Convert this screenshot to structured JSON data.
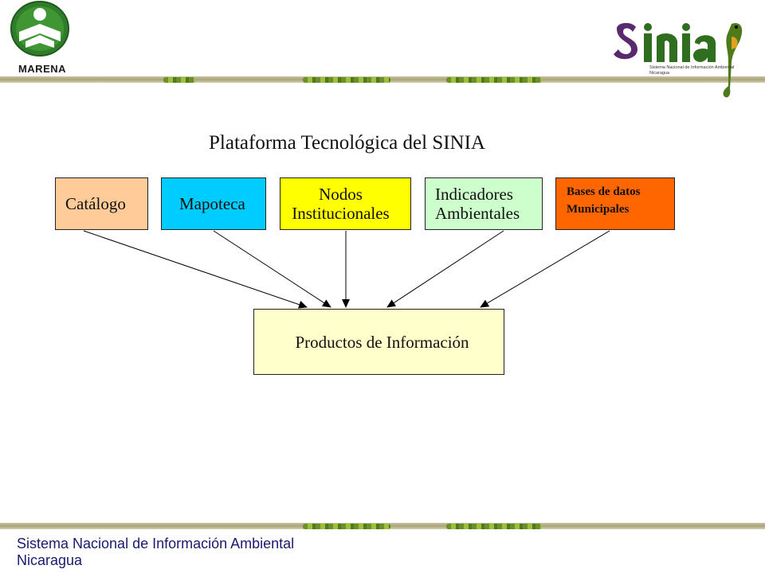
{
  "header": {
    "org_label": "MARENA",
    "brand_name": "Sinia",
    "brand_subtitle_line1": "Sistema Nacional de Información Ambiental",
    "brand_subtitle_line2": "Nicaragua"
  },
  "diagram": {
    "title": "Plataforma Tecnológica del SINIA",
    "nodes": [
      {
        "id": "catalogo",
        "label": "Catálogo",
        "fill": "#ffcc99"
      },
      {
        "id": "mapoteca",
        "label": "Mapoteca",
        "fill": "#00ccff"
      },
      {
        "id": "nodos",
        "label_lines": [
          "Nodos",
          "Institucionales"
        ],
        "fill": "#ffff00"
      },
      {
        "id": "indicadores",
        "label_lines": [
          "Indicadores",
          "Ambientales"
        ],
        "fill": "#ccffcc"
      },
      {
        "id": "bases",
        "label_lines": [
          "Bases de datos",
          "Municipales"
        ],
        "fill": "#ff6600"
      },
      {
        "id": "productos",
        "label": "Productos de Información",
        "fill": "#ffffcc"
      }
    ],
    "edges": [
      {
        "from": "catalogo",
        "to": "productos"
      },
      {
        "from": "mapoteca",
        "to": "productos"
      },
      {
        "from": "nodos",
        "to": "productos"
      },
      {
        "from": "indicadores",
        "to": "productos"
      },
      {
        "from": "bases",
        "to": "productos"
      }
    ]
  },
  "footer": {
    "line1": "Sistema Nacional de Información Ambiental",
    "line2": "Nicaragua"
  },
  "colors": {
    "footer_text": "#1a1a6e",
    "brand_green": "#2e6e1e",
    "brand_purple": "#5a2a6e"
  }
}
